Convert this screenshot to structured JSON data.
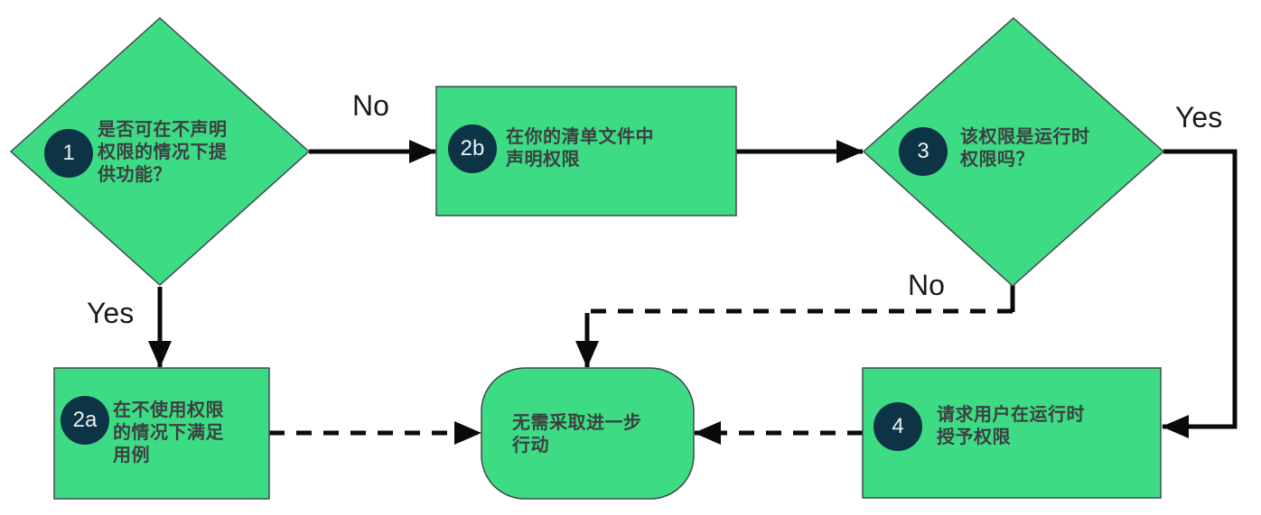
{
  "palette": {
    "green": "#3ddc84",
    "navy": "#0d3346",
    "outline": "#41494c",
    "arrow": "#0a0a0a",
    "ink": "#3c4043",
    "badge_text": "#e9f2ee",
    "label": "#1a1a1a",
    "background": "#ffffff"
  },
  "diagram": {
    "title": "permissions-workflow-flowchart",
    "nodes": [
      {
        "id": "1",
        "shape": "diamond",
        "badge": "1",
        "lines": [
          "是否可在不声明",
          "权限的情况下提",
          "供功能？"
        ]
      },
      {
        "id": "2b",
        "shape": "rect",
        "badge": "2b",
        "lines": [
          "在你的清单文件中",
          "声明权限"
        ]
      },
      {
        "id": "3",
        "shape": "diamond",
        "badge": "3",
        "lines": [
          "该权限是运行时",
          "权限吗？"
        ]
      },
      {
        "id": "2a",
        "shape": "rect",
        "badge": "2a",
        "lines": [
          "在不使用权限",
          "的情况下满足",
          "用例"
        ]
      },
      {
        "id": "terminal",
        "shape": "stadium",
        "lines": [
          "无需采取进一步",
          "行动"
        ]
      },
      {
        "id": "4",
        "shape": "rect",
        "badge": "4",
        "lines": [
          "请求用户在运行时",
          "授予权限"
        ]
      }
    ],
    "edge_labels": {
      "no_top": "No",
      "yes_left": "Yes",
      "yes_right": "Yes",
      "no_bottom": "No"
    }
  }
}
